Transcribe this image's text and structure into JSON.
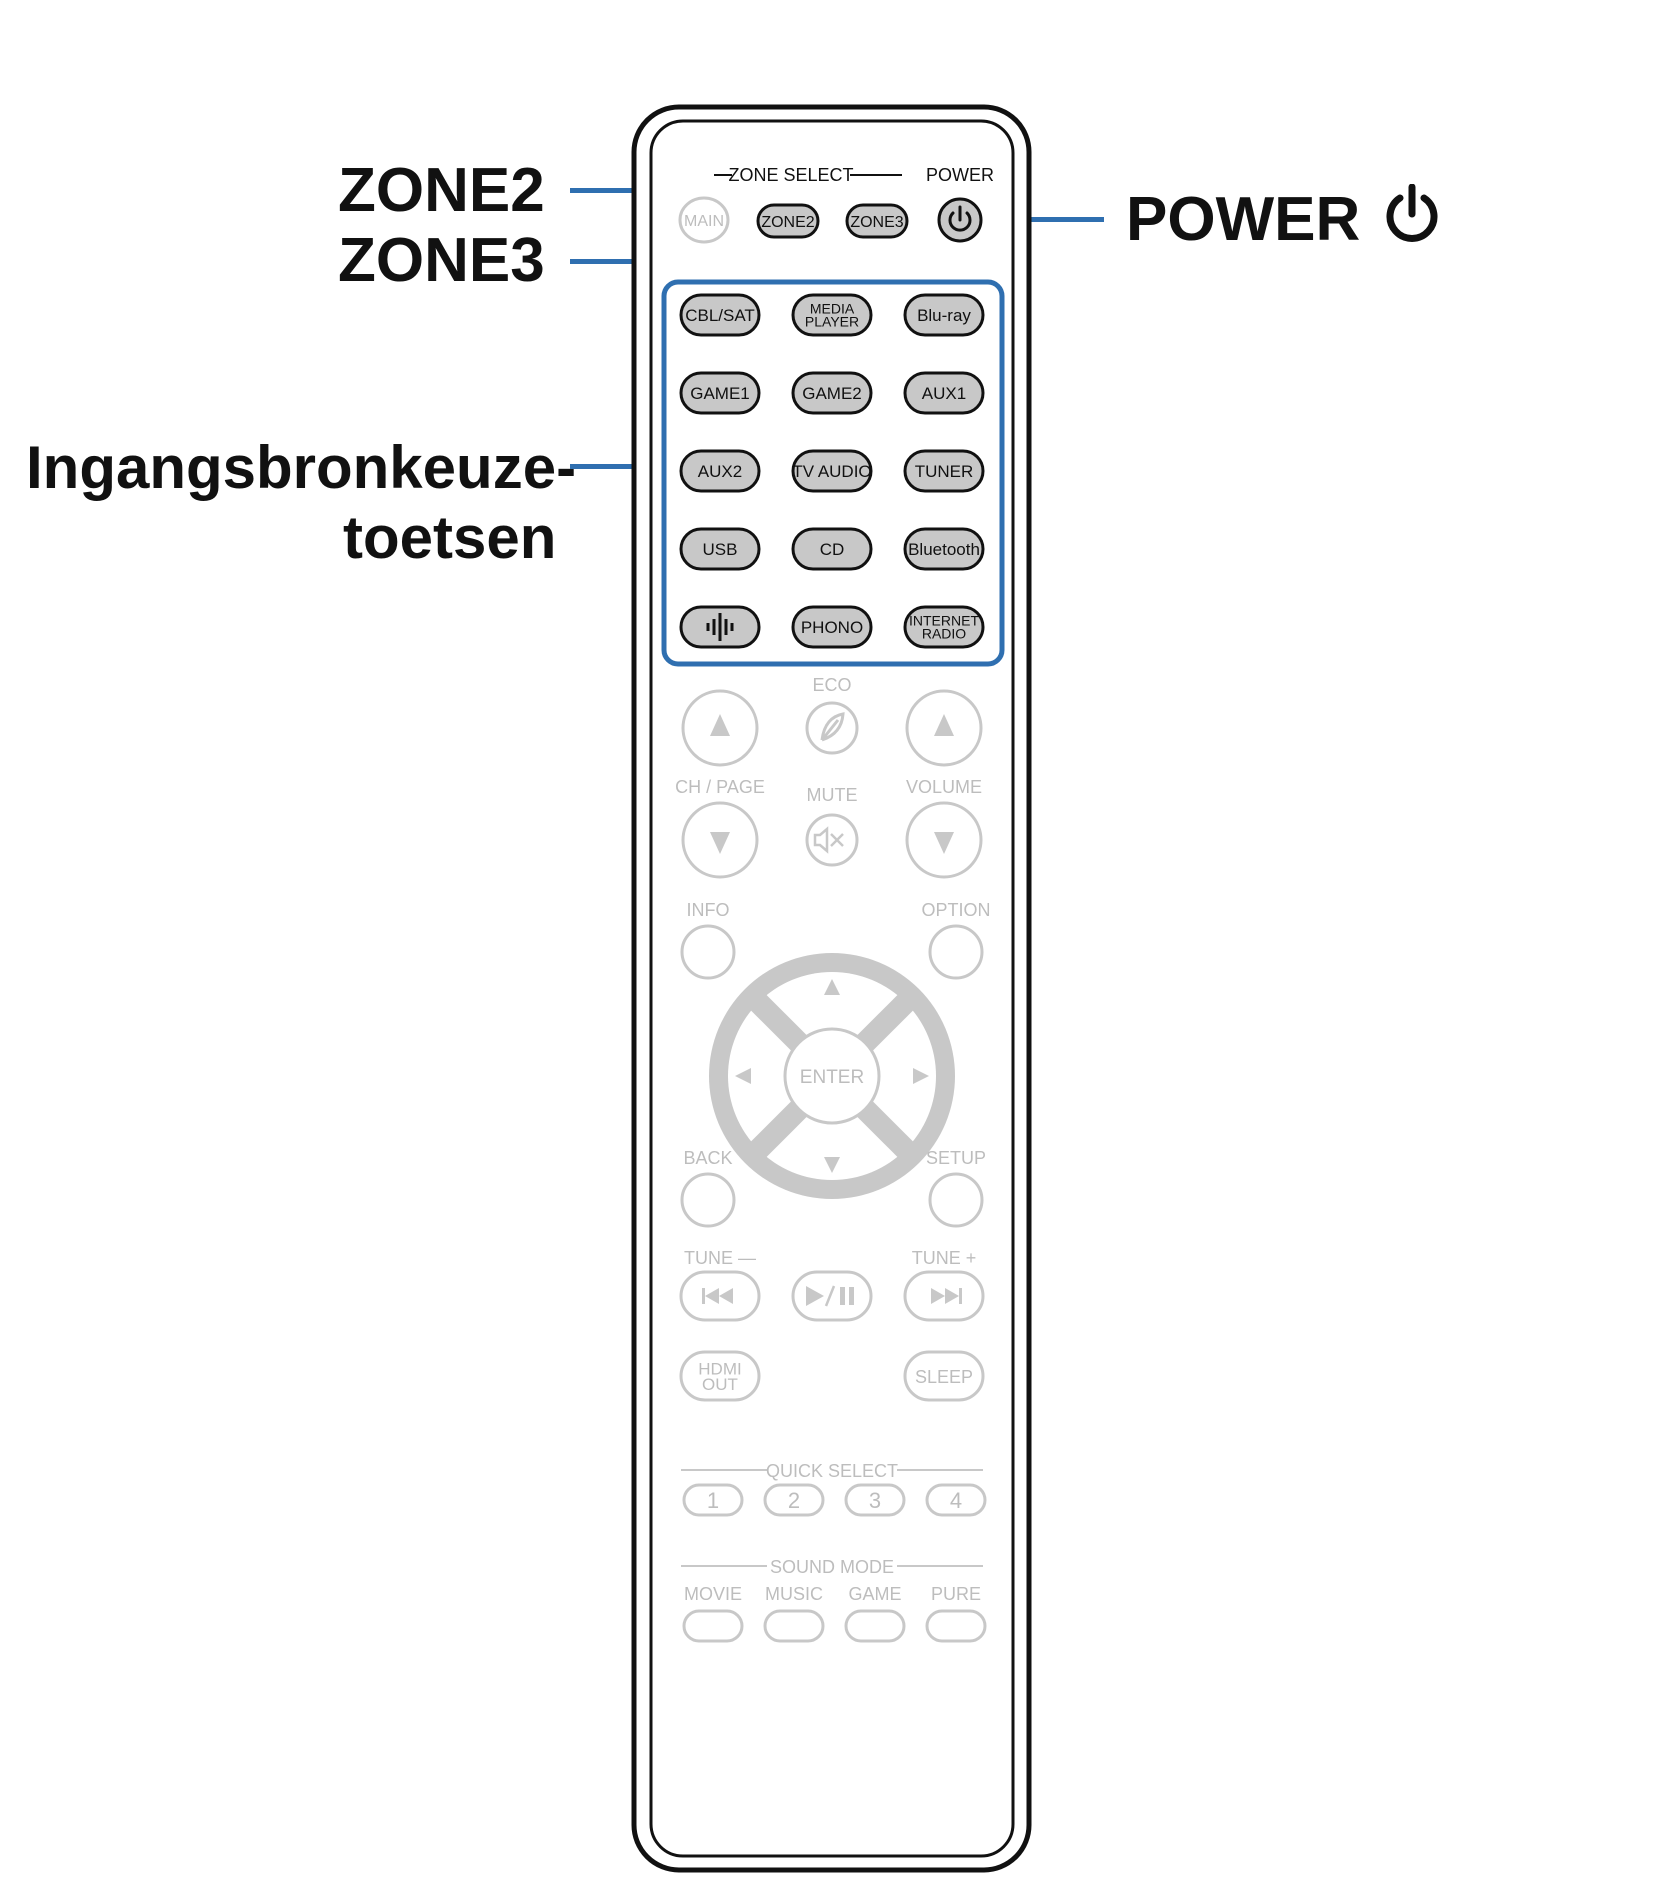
{
  "callouts": {
    "zone2": "ZONE2",
    "zone3": "ZONE3",
    "power": "POWER",
    "input_line1": "Ingangsbronkeuze-",
    "input_line2": "toetsen"
  },
  "colors": {
    "highlight_frame": "#2f6fb0",
    "leader_line": "#2f6fb0",
    "active_button_fill": "#c8c8c8",
    "inactive_outline": "#bdbdbd",
    "remote_outline": "#111111"
  },
  "remote": {
    "zone_select_label": "ZONE SELECT",
    "power_label": "POWER",
    "zone_buttons": [
      "MAIN",
      "ZONE2",
      "ZONE3"
    ],
    "input_buttons": [
      [
        "CBL/SAT",
        "MEDIA\nPLAYER",
        "Blu-ray"
      ],
      [
        "GAME1",
        "GAME2",
        "AUX1"
      ],
      [
        "AUX2",
        "TV AUDIO",
        "TUNER"
      ],
      [
        "USB",
        "CD",
        "Bluetooth"
      ],
      [
        "",
        "PHONO",
        "INTERNET\nRADIO"
      ]
    ],
    "heos_icon": "heos-icon",
    "eco_label": "ECO",
    "ch_page_label": "CH / PAGE",
    "mute_label": "MUTE",
    "volume_label": "VOLUME",
    "info_label": "INFO",
    "option_label": "OPTION",
    "enter_label": "ENTER",
    "back_label": "BACK",
    "setup_label": "SETUP",
    "tune_minus_label": "TUNE —",
    "tune_plus_label": "TUNE +",
    "hdmi_out_label": "HDMI\nOUT",
    "sleep_label": "SLEEP",
    "quick_select_label": "QUICK SELECT",
    "quick_select_buttons": [
      "1",
      "2",
      "3",
      "4"
    ],
    "sound_mode_label": "SOUND MODE",
    "sound_mode_buttons": [
      "MOVIE",
      "MUSIC",
      "GAME",
      "PURE"
    ]
  }
}
